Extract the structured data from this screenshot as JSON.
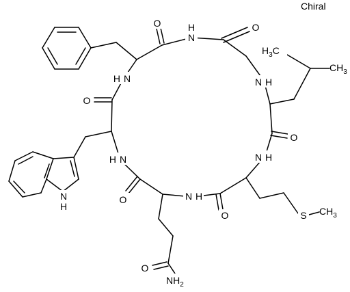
{
  "header": {
    "chiral_flag": "Chiral"
  },
  "atoms": {
    "o_phe": "O",
    "n_gly": "N",
    "h_gly": "H",
    "o_gly": "O",
    "n_phe": "N",
    "h_phe": "H",
    "n_leu": "N",
    "h_leu": "H",
    "o_trp": "O",
    "o_leu": "O",
    "n_trp": "N",
    "h_trp": "H",
    "n_met": "N",
    "h_met": "H",
    "n_gln": "N",
    "h_gln": "H",
    "o_dtrp": "O",
    "o_met": "O",
    "n_indole": "N",
    "h_indole": "H",
    "s_met": "S",
    "o_amide": "O"
  },
  "groups": {
    "h3c": {
      "main": "H",
      "num": "3",
      "tail": "C"
    },
    "ch3_leu": {
      "main": "CH",
      "num": "3"
    },
    "ch3_met": {
      "main": "CH",
      "num": "3"
    },
    "nh2": {
      "main": "NH",
      "num": "2"
    }
  }
}
